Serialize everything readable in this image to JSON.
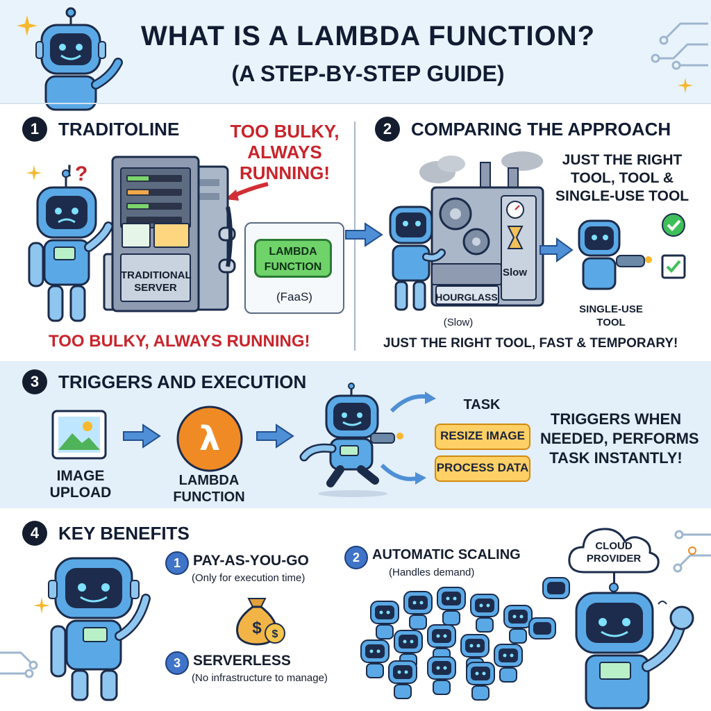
{
  "header": {
    "title": "WHAT IS A LAMBDA FUNCTION?",
    "subtitle": "(A STEP-BY-STEP GUIDE)"
  },
  "section1": {
    "number": "1",
    "title": "TRADITOLINE",
    "callout": [
      "TOO BULKY,",
      "ALWAYS",
      "RUNNING!"
    ],
    "server_label": [
      "TRADITIONAL",
      "SERVER"
    ],
    "lambda_label": [
      "LAMBDA",
      "FUNCTION"
    ],
    "faas_label": "(FaaS)",
    "bottom_text": "TOO BULKY, ALWAYS RUNNING!"
  },
  "section2": {
    "number": "2",
    "title": "COMPARING THE APPROACH",
    "callout": [
      "JUST THE RIGHT",
      "TOOL,  TOOL &",
      "SINGLE-USE TOOL"
    ],
    "machine_label": "HOURGLASS",
    "slow_side": "Slow",
    "slow_below": "(Slow)",
    "tool_label": [
      "SINGLE-USE",
      "TOOL"
    ],
    "bottom_text": "JUST THE RIGHT TOOL, FAST & TEMPORARY!"
  },
  "section3": {
    "number": "3",
    "title": "TRIGGERS AND EXECUTION",
    "upload_label": [
      "IMAGE",
      "UPLOAD"
    ],
    "lambda_label": [
      "LAMBDA",
      "FUNCTION"
    ],
    "task_heading": "TASK",
    "task1": "RESIZE IMAGE",
    "task2": "PROCESS DATA",
    "side_text": [
      "TRIGGERS WHEN",
      "NEEDED, PERFORMS",
      "TASK INSTANTLY!"
    ]
  },
  "section4": {
    "number": "4",
    "title": "KEY BENEFITS",
    "benefit1": {
      "num": "1",
      "title": "PAY-AS-YOU-GO",
      "desc": "(Only for execution time)"
    },
    "benefit2": {
      "num": "2",
      "title": "AUTOMATIC SCALING",
      "desc": "(Handles demand)"
    },
    "benefit3": {
      "num": "3",
      "title": "SERVERLESS",
      "desc": "(No infrastructure to manage)"
    },
    "cloud_label": [
      "CLOUD",
      "PROVIDER"
    ]
  },
  "colors": {
    "header_bg": "#e9f3fb",
    "robot_blue": "#5aa9e6",
    "robot_dark": "#2b5d9e",
    "alert_red": "#c8242b",
    "lambda_orange": "#f08a24",
    "task_yellow": "#ffd066",
    "server_gray": "#8e9bb0"
  }
}
